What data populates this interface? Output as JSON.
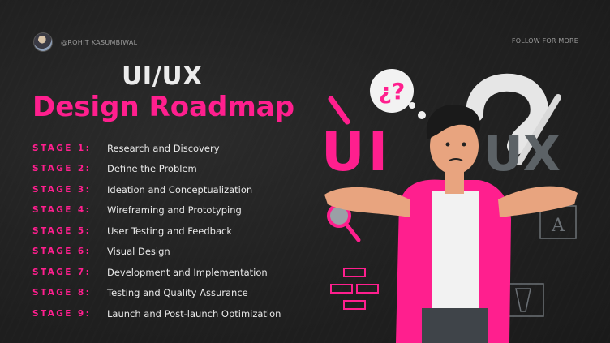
{
  "header": {
    "author_handle": "@ROHIT KASUMBIWAL",
    "follow_text": "FOLLOW FOR MORE"
  },
  "title": {
    "line1": "UI/UX",
    "line2": "Design Roadmap"
  },
  "stages": [
    {
      "label": "STAGE 1:",
      "text": "Research and Discovery"
    },
    {
      "label": "STAGE 2:",
      "text": "Define the Problem"
    },
    {
      "label": "STAGE 3:",
      "text": "Ideation and Conceptualization"
    },
    {
      "label": "STAGE 4:",
      "text": "Wireframing and Prototyping"
    },
    {
      "label": "STAGE 5:",
      "text": "User Testing and Feedback"
    },
    {
      "label": "STAGE 6:",
      "text": "Visual Design"
    },
    {
      "label": "STAGE 7:",
      "text": "Development and Implementation"
    },
    {
      "label": "STAGE 8:",
      "text": "Testing and Quality Assurance"
    },
    {
      "label": "STAGE 9:",
      "text": "Launch and Post-launch Optimization"
    }
  ],
  "illustration": {
    "ui_letters": "UI",
    "ux_letters": "UX",
    "bubble_text": "¿?",
    "type_glyph": "A"
  },
  "colors": {
    "accent": "#ff1f8e",
    "background": "#222222",
    "ux_gray": "#5c6266",
    "text": "#e8e8e8"
  }
}
